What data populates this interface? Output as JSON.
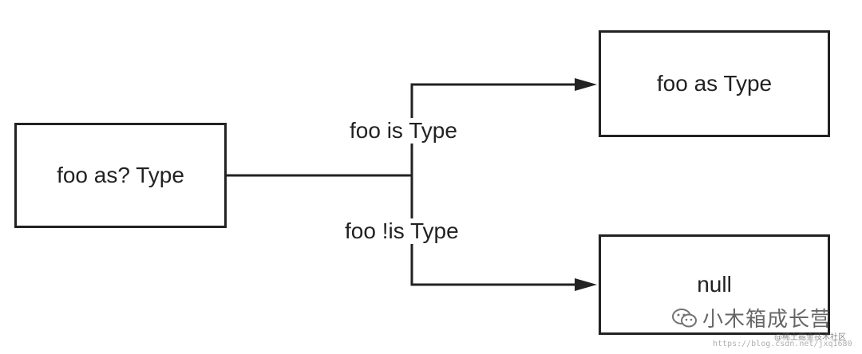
{
  "nodes": {
    "source": "foo as? Type",
    "as_type": "foo as Type",
    "null": "null"
  },
  "edges": {
    "is": "foo is Type",
    "not_is": "foo !is Type"
  },
  "watermark": {
    "brand": "小木箱成长营",
    "sub": "@稀土掘金技术社区",
    "url": "https://blog.csdn.net/jxq1680"
  },
  "colors": {
    "stroke": "#222222",
    "background": "#ffffff"
  },
  "icons": [
    "wechat-icon"
  ]
}
